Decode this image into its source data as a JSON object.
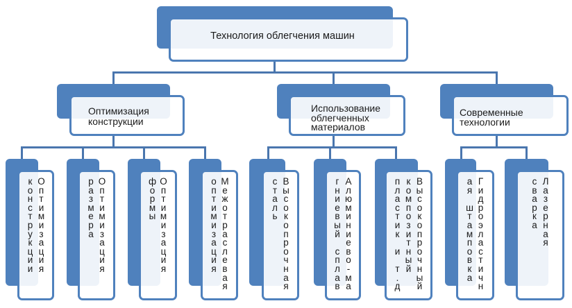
{
  "diagram": {
    "root": {
      "label": "Технология облегчения машин"
    },
    "branches": [
      {
        "label_lines": [
          "Оптимизация",
          "конструкции"
        ],
        "leaves": [
          {
            "columns": [
              "Оптимизация",
              "конструкции"
            ]
          },
          {
            "columns": [
              "Оптимизация",
              "размера"
            ]
          },
          {
            "columns": [
              "Оптимизация",
              "формы"
            ]
          },
          {
            "columns": [
              "Межотраслевая",
              "оптимизация"
            ]
          }
        ]
      },
      {
        "label_lines": [
          "Использование",
          "облегченных",
          "материалов"
        ],
        "leaves": [
          {
            "columns": [
              "Высокопрочная",
              "сталь"
            ]
          },
          {
            "columns": [
              "Алюминиево-ма",
              "гниевый сплав"
            ]
          },
          {
            "columns": [
              "Высокопрочный",
              "композитный",
              "пластик и т.д"
            ]
          }
        ]
      },
      {
        "label_lines": [
          "Современные",
          "технологии"
        ],
        "leaves": [
          {
            "columns": [
              "Гидроэластичн",
              "ая штамповка"
            ]
          },
          {
            "columns": [
              "Лазерная",
              "сварка"
            ]
          }
        ]
      }
    ]
  },
  "colors": {
    "accent": "#4F81BD",
    "connector": "#4A76AE",
    "text": "#1a1a1a"
  }
}
